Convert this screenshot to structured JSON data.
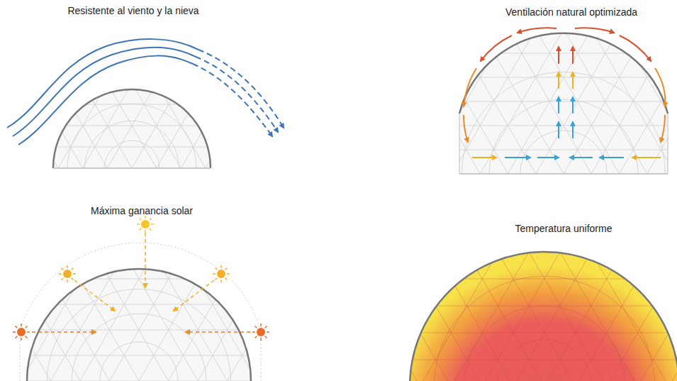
{
  "diagram": {
    "labels": [
      "Resistente al viento y la nieva",
      "Ventilación natural optimizada",
      "Máxima ganancia solar",
      "Temperatura uniforme"
    ]
  }
}
